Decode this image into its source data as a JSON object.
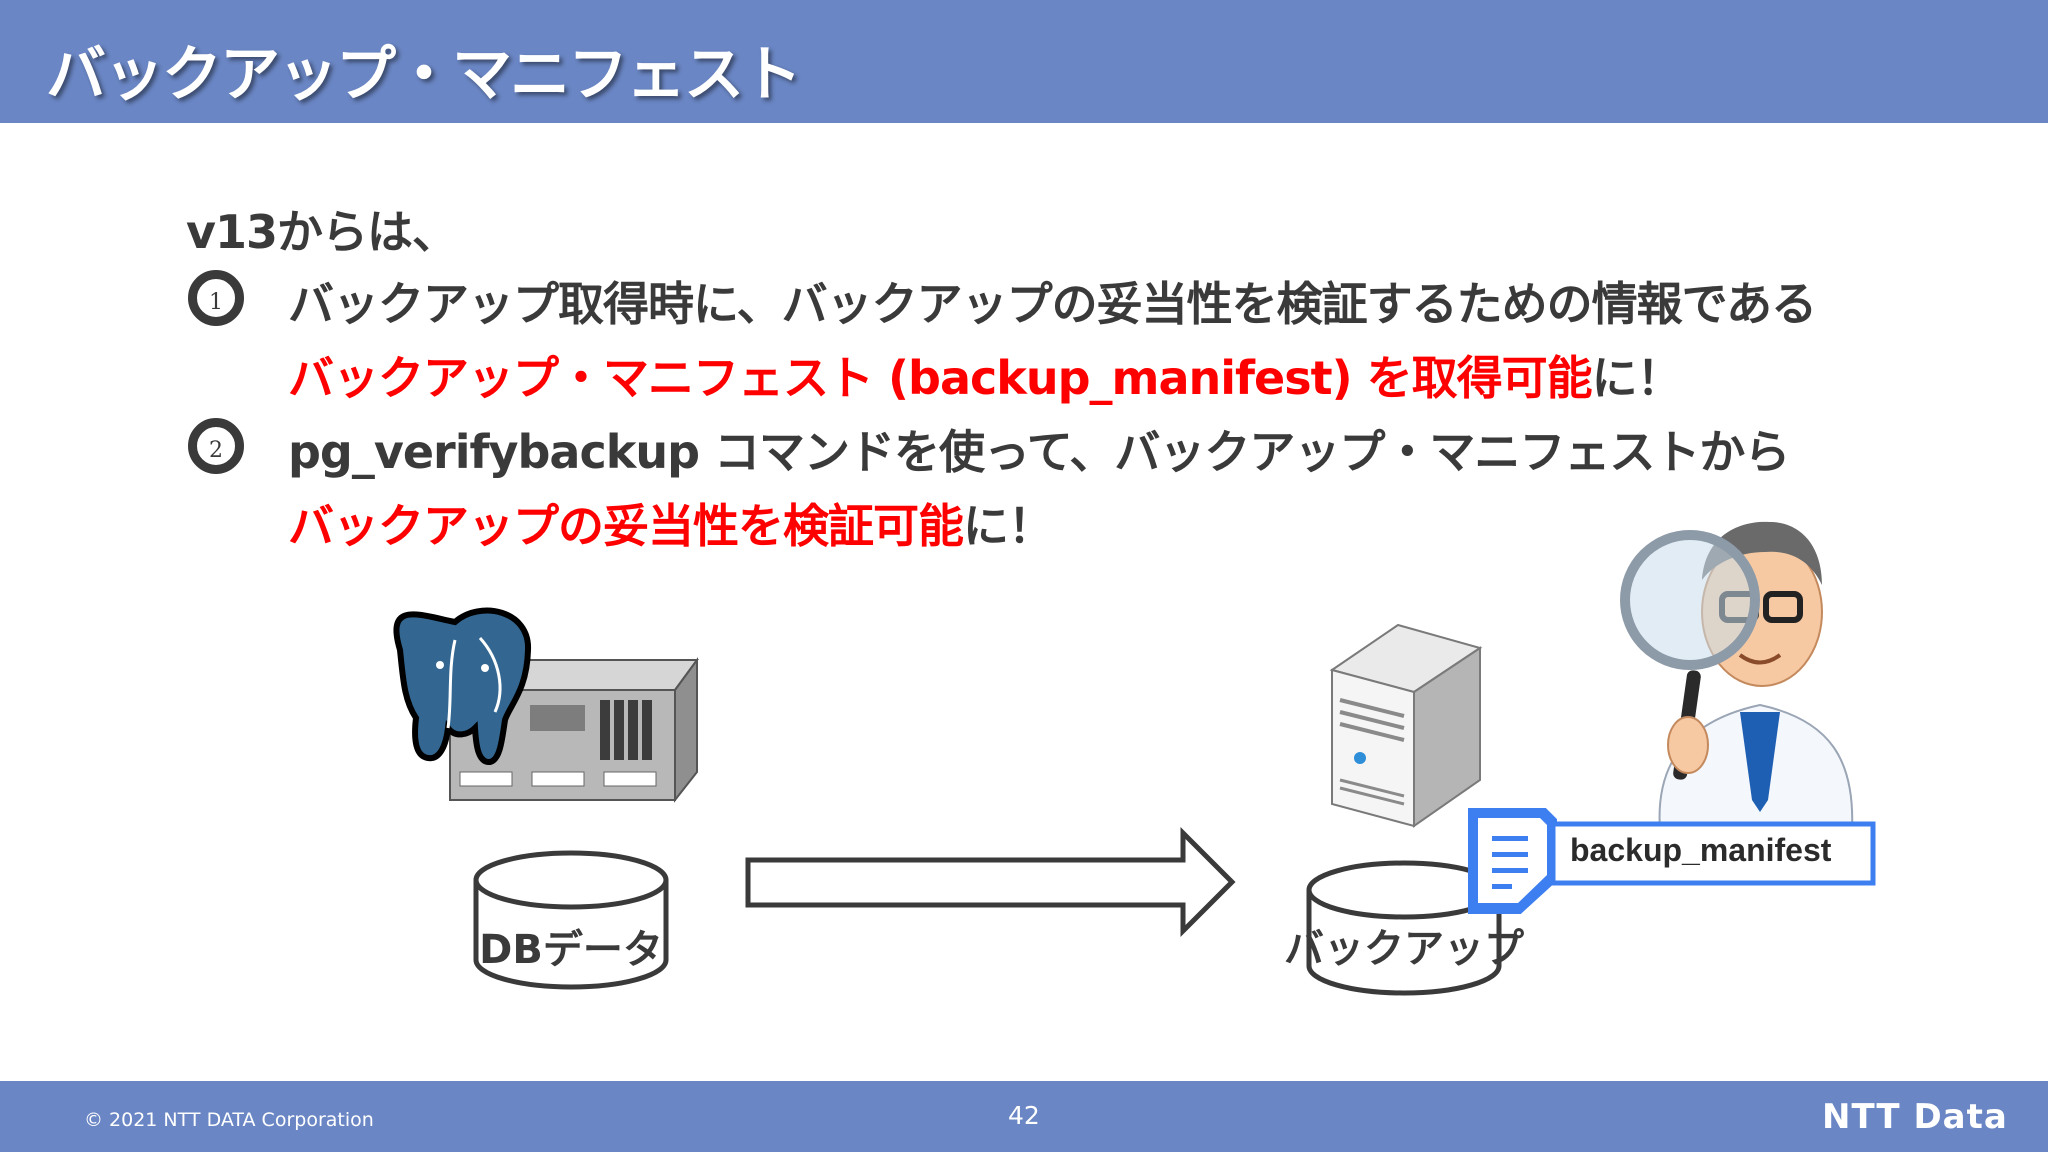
{
  "header": {
    "title": "バックアップ・マニフェスト"
  },
  "body": {
    "intro": "v13からは、",
    "item1": {
      "number": "1",
      "line1": "バックアップ取得時に、バックアップの妥当性を検証するための情報である",
      "line2_red": "バックアップ・マニフェスト (backup_manifest) を取得可能",
      "line2_tail": "に！"
    },
    "item2": {
      "number": "2",
      "line1": "pg_verifybackup コマンドを使って、バックアップ・マニフェストから",
      "line2_red": "バックアップの妥当性を検証可能",
      "line2_tail": "に！"
    }
  },
  "diagram": {
    "db_label": "DBデータ",
    "backup_label": "バックアップ",
    "manifest_label": "backup_manifest",
    "icons": [
      "postgresql-elephant-icon",
      "db-server-icon",
      "backup-server-icon",
      "document-icon",
      "inspector-person-icon"
    ],
    "colors": {
      "accent_blue": "#3d7ff0",
      "header_blue": "#6a86c4",
      "highlight_red": "#ff0000"
    }
  },
  "footer": {
    "copyright": "© 2021 NTT DATA Corporation",
    "page_number": "42",
    "logo_text": "NTT Data"
  }
}
